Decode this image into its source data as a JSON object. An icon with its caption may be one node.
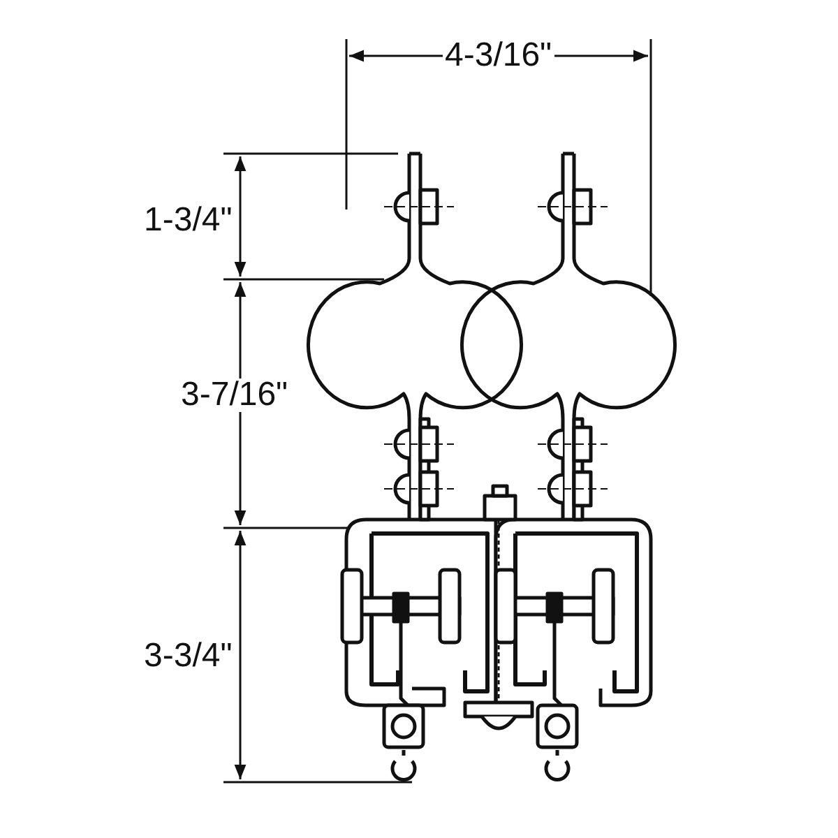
{
  "diagram": {
    "labels": [
      "4-3/16\"",
      "1-3/4\"",
      "3-7/16\"",
      "3-3/4\""
    ]
  }
}
